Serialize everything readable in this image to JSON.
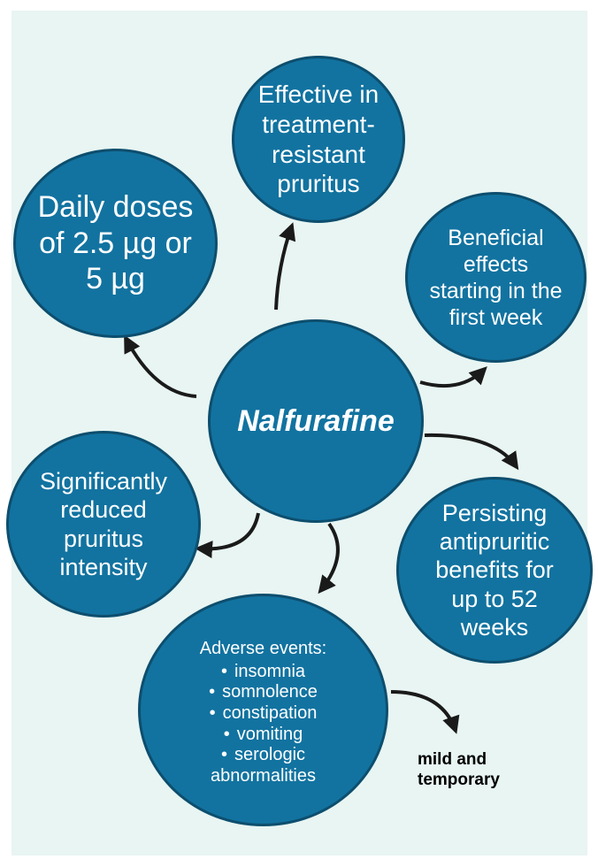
{
  "diagram": {
    "center_label": "Nalfurafine",
    "nodes": {
      "top": "Effective in\ntreatment-\nresistant\npruritus",
      "daily": "Daily doses\nof 2.5 µg or\n5 µg",
      "benefit": "Beneficial\neffects\nstarting in the\nfirst week",
      "reduced": "Significantly\nreduced\npruritus\nintensity",
      "persist": "Persisting\nantipruritic\nbenefits for\nup to 52\nweeks"
    },
    "adverse": {
      "title": "Adverse events:",
      "items": [
        "insomnia",
        "somnolence",
        "constipation",
        "vomiting",
        "serologic"
      ],
      "items_tail": "abnormalities"
    },
    "note": "mild and\ntemporary"
  },
  "colors": {
    "background": "#e8f5f2",
    "circle_fill": "#1273a0",
    "circle_stroke": "#0d4e6e",
    "arrow": "#1a1a1a",
    "text_on_circle": "#ffffff"
  }
}
